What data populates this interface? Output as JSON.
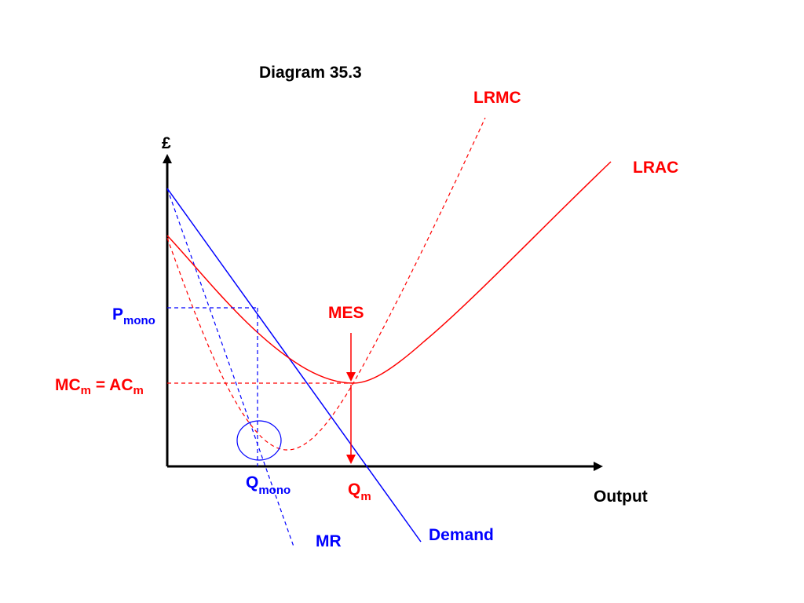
{
  "title": "Diagram 35.3",
  "axes": {
    "y_label": "£",
    "x_label": "Output"
  },
  "curves": {
    "lrmc": {
      "label": "LRMC",
      "color": "#ff0000",
      "style": "dashed"
    },
    "lrac": {
      "label": "LRAC",
      "color": "#ff0000",
      "style": "solid"
    },
    "demand": {
      "label": "Demand",
      "color": "#0000ff",
      "style": "solid"
    },
    "mr": {
      "label": "MR",
      "color": "#0000ff",
      "style": "dashed"
    }
  },
  "annotations": {
    "mes": {
      "label": "MES",
      "color": "#ff0000"
    },
    "p_mono": {
      "main": "P",
      "sub": "mono",
      "color": "#0000ff"
    },
    "mc_ac": {
      "mc": "MC",
      "mc_sub": "m",
      "equals": " = AC",
      "ac_sub": "m",
      "color": "#ff0000"
    },
    "q_mono": {
      "main": "Q",
      "sub": "mono",
      "color": "#0000ff"
    },
    "q_m": {
      "main": "Q",
      "sub": "m",
      "color": "#ff0000"
    }
  },
  "colors": {
    "axis": "#000000",
    "red": "#ff0000",
    "blue": "#0000ff"
  }
}
